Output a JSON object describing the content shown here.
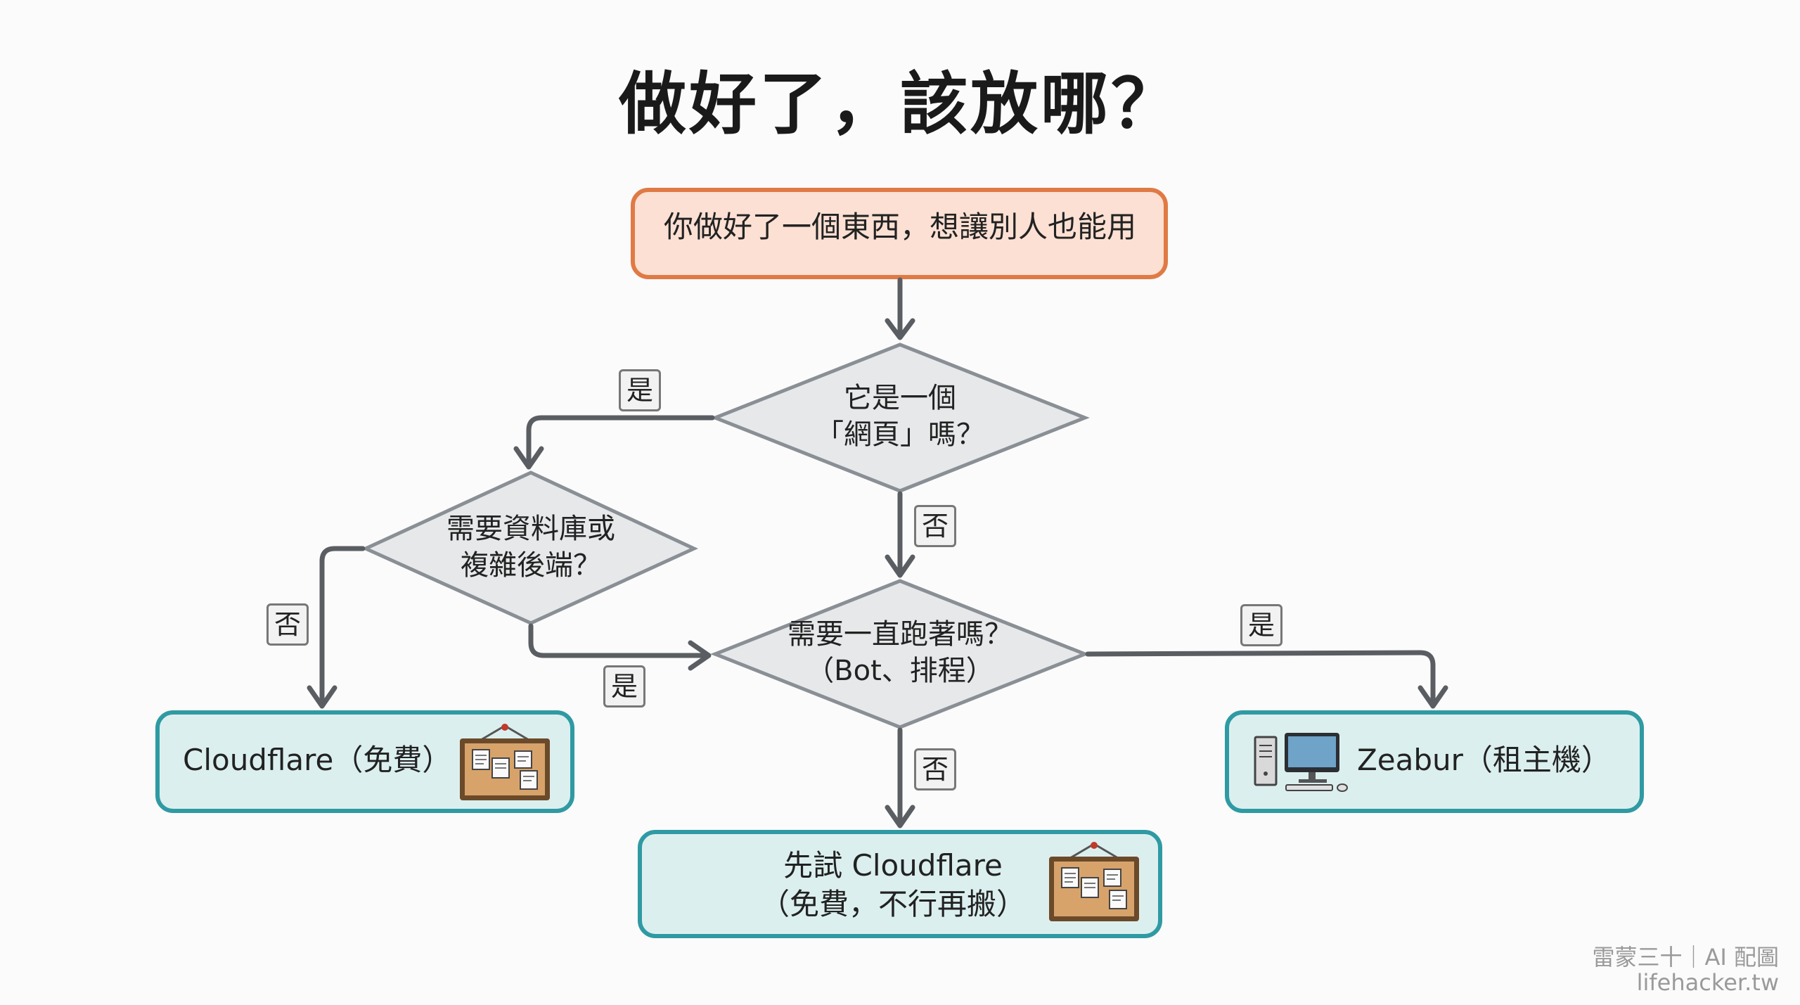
{
  "title": "做好了，該放哪？",
  "nodes": {
    "start": "你做好了一個東西，想讓別人也能用",
    "decision_webpage": [
      "它是一個",
      "「網頁」嗎？"
    ],
    "decision_backend": [
      "需要資料庫或",
      "複雜後端？"
    ],
    "decision_always_on": [
      "需要一直跑著嗎？",
      "（Bot、排程）"
    ],
    "result_cloudflare": "Cloudflare（免費）",
    "result_zeabur": "Zeabur（租主機）",
    "result_try_cloudflare": [
      "先試 Cloudflare",
      "（免費，不行再搬）"
    ]
  },
  "edge_labels": {
    "webpage_yes": "是",
    "webpage_no": "否",
    "backend_no": "否",
    "backend_yes": "是",
    "always_on_yes": "是",
    "always_on_no": "否"
  },
  "icons": {
    "cloudflare": "corkboard-icon",
    "try_cloudflare": "corkboard-icon",
    "zeabur": "desktop-computer-icon"
  },
  "colors": {
    "start_fill": "#fbe0d3",
    "start_border": "#e07a45",
    "decision_fill": "#e6e8ea",
    "decision_border": "#8a8f95",
    "result_fill": "#dcefef",
    "result_border": "#2f9aa3",
    "arrow": "#5a5e63"
  },
  "watermark": {
    "line1": "雷蒙三十｜AI 配圖",
    "line2": "lifehacker.tw"
  }
}
